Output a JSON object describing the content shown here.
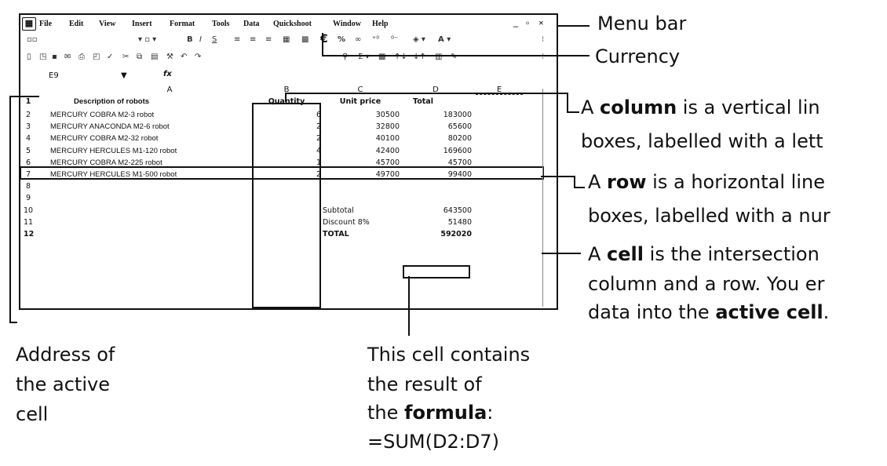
{
  "menubar": {
    "items": [
      "File",
      "Edit",
      "View",
      "Insert",
      "Format",
      "Tools",
      "Data",
      "Quickshoot",
      "Window",
      "Help"
    ],
    "controls": [
      "_",
      "▫",
      "×"
    ]
  },
  "toolbar1": {
    "currency_symbol": "€",
    "percent": "%"
  },
  "formula_bar": {
    "address": "E9",
    "dropdown": "▼",
    "fx": "fx"
  },
  "columns": [
    "A",
    "B",
    "C",
    "D",
    "E"
  ],
  "rows": [
    {
      "n": "1",
      "a": "Description of robots",
      "b": "Quantity",
      "c": "Unit price",
      "d": "Total",
      "header": true
    },
    {
      "n": "2",
      "a": "MERCURY COBRA M2-3 robot",
      "b": "6",
      "c": "30500",
      "d": "183000"
    },
    {
      "n": "3",
      "a": "MERCURY ANACONDA M2-6 robot",
      "b": "2",
      "c": "32800",
      "d": "65600"
    },
    {
      "n": "4",
      "a": "MERCURY COBRA M2-32 robot",
      "b": "2",
      "c": "40100",
      "d": "80200"
    },
    {
      "n": "5",
      "a": "MERCURY HERCULES M1-120 robot",
      "b": "4",
      "c": "42400",
      "d": "169600"
    },
    {
      "n": "6",
      "a": "MERCURY COBRA M2-225 robot",
      "b": "1",
      "c": "45700",
      "d": "45700"
    },
    {
      "n": "7",
      "a": "MERCURY HERCULES M1-500 robot",
      "b": "2",
      "c": "49700",
      "d": "99400"
    },
    {
      "n": "8",
      "a": "",
      "b": "",
      "c": "",
      "d": ""
    },
    {
      "n": "9",
      "a": "",
      "b": "",
      "c": "",
      "d": ""
    },
    {
      "n": "10",
      "a": "",
      "b": "",
      "label": "Subtotal",
      "d": "643500"
    },
    {
      "n": "11",
      "a": "",
      "b": "",
      "label": "Discount  8%",
      "d": "51480"
    },
    {
      "n": "12",
      "a": "",
      "b": "",
      "label": "TOTAL",
      "d": "592020"
    }
  ],
  "callouts": {
    "menu_bar": "Menu bar",
    "currency": "Currency",
    "column_1_pre": "A ",
    "column_1_bold": "column",
    "column_1_post": " is a vertical lin",
    "column_2": "boxes, labelled with a lett",
    "row_1_pre": "A ",
    "row_1_bold": "row",
    "row_1_post": " is a horizontal line",
    "row_2": "boxes, labelled with a nur",
    "cell_1_pre": "A ",
    "cell_1_bold": "cell",
    "cell_1_post": " is the intersection",
    "cell_2": "column and a row. You er",
    "cell_3_pre": "data into the ",
    "cell_3_bold": "active cell",
    "cell_3_post": ".",
    "address_1": "Address of",
    "address_2": "the active",
    "address_3": "cell",
    "formula_1": "This cell contains",
    "formula_2": "the result of",
    "formula_3_pre": "the ",
    "formula_3_bold": "formula",
    "formula_3_post": ":",
    "formula_4": "=SUM(D2:D7)"
  }
}
